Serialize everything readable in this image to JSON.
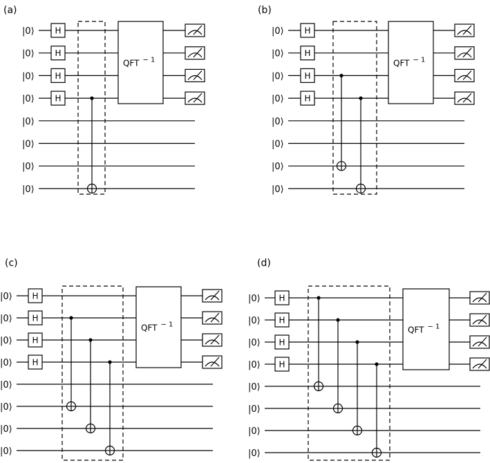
{
  "ket_label": "|0⟩",
  "h_label": "H",
  "qft_label": "QFT",
  "qft_exp": "− 1",
  "panels": [
    {
      "label": "(a)",
      "cnots": [
        {
          "control": 3,
          "target": 7
        }
      ]
    },
    {
      "label": "(b)",
      "cnots": [
        {
          "control": 2,
          "target": 6
        },
        {
          "control": 3,
          "target": 7
        }
      ]
    },
    {
      "label": "(c)",
      "cnots": [
        {
          "control": 1,
          "target": 5
        },
        {
          "control": 2,
          "target": 6
        },
        {
          "control": 3,
          "target": 7
        }
      ]
    },
    {
      "label": "(d)",
      "cnots": [
        {
          "control": 0,
          "target": 4
        },
        {
          "control": 1,
          "target": 5
        },
        {
          "control": 2,
          "target": 6
        },
        {
          "control": 3,
          "target": 7
        }
      ]
    }
  ]
}
